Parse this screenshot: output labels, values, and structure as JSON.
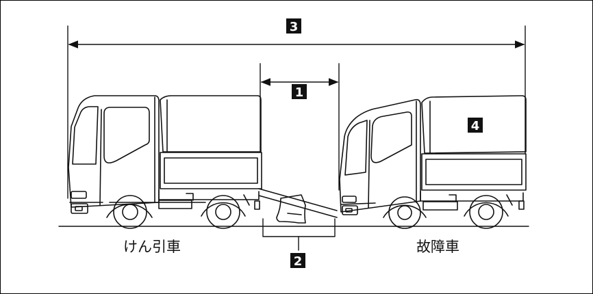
{
  "labels": {
    "towing_vehicle": "けん引車",
    "disabled_vehicle": "故障車"
  },
  "callouts": {
    "c1": "1",
    "c2": "2",
    "c3": "3",
    "c4": "4"
  },
  "colors": {
    "line": "#111111",
    "callout_bg": "#111111",
    "callout_text": "#ffffff",
    "background": "#ffffff"
  }
}
